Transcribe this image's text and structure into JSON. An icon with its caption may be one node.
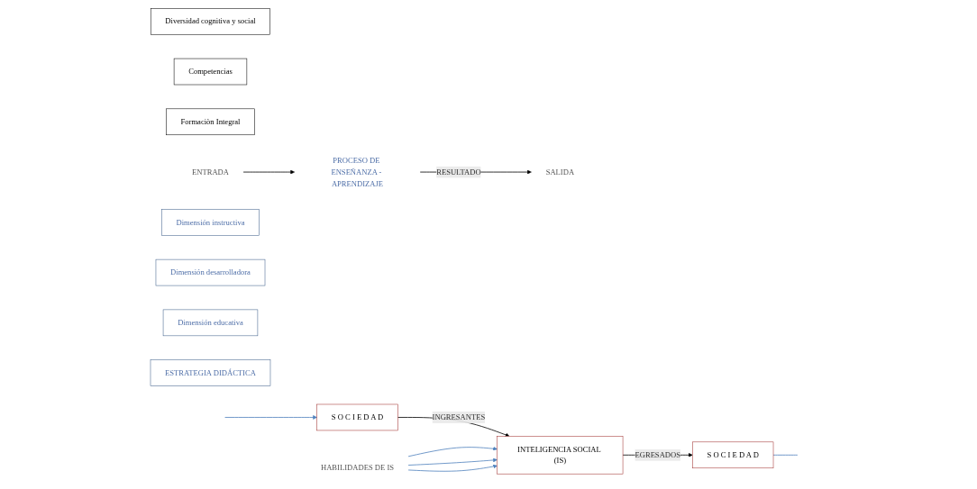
{
  "diagram": {
    "nodes": [
      {
        "text": [
          "Diversidad cognitiva y social"
        ]
      },
      {
        "text": [
          "Competencias"
        ]
      },
      {
        "text": [
          "Formaciòn Integral"
        ]
      },
      {
        "text": [
          "ENTRADA"
        ]
      },
      {
        "text": [
          "PROCESO DE ENSEÑANZA - APRENDIZAJE"
        ]
      },
      {
        "text": [
          "SALIDA"
        ]
      },
      {
        "text": [
          "S O C I E D A D"
        ]
      },
      {
        "text": [
          "INTELIGENCIA SOCIAL (IS)"
        ]
      },
      {
        "text": [
          "S O C I E D A D"
        ]
      },
      {
        "text": [
          "HABILIDADES DE IS"
        ]
      },
      {
        "text": [
          "Dimensión instructiva"
        ]
      },
      {
        "text": [
          "Dimensión desarrolladora"
        ]
      },
      {
        "text": [
          "Dimensión educativa"
        ]
      },
      {
        "text": [
          "ESTRATEGIA DIDÁCTICA"
        ]
      }
    ],
    "edges": [
      {
        "from": 3,
        "to": 4,
        "arrow": "to",
        "color": "#000000"
      },
      {
        "from": 4,
        "to": 5,
        "label": "RESULTADO",
        "arrow": "to",
        "color": "#000000"
      },
      {
        "from": 6,
        "to": 7,
        "label": "INGRESANTES",
        "arrow": "to",
        "color": "#000000"
      },
      {
        "from": 7,
        "to": 8,
        "label": "EGRESADOS",
        "arrow": "to",
        "color": "#000000"
      },
      {
        "from": 9,
        "to": 7,
        "arrow": "to"
      },
      {
        "from": 9,
        "to": 7,
        "arrow": "to"
      },
      {
        "from": 9,
        "to": 7,
        "arrow": "to"
      },
      {
        "from": null,
        "to": 6,
        "arrow": "to"
      },
      {
        "from": 8,
        "to": null,
        "arrow": "none"
      }
    ]
  }
}
